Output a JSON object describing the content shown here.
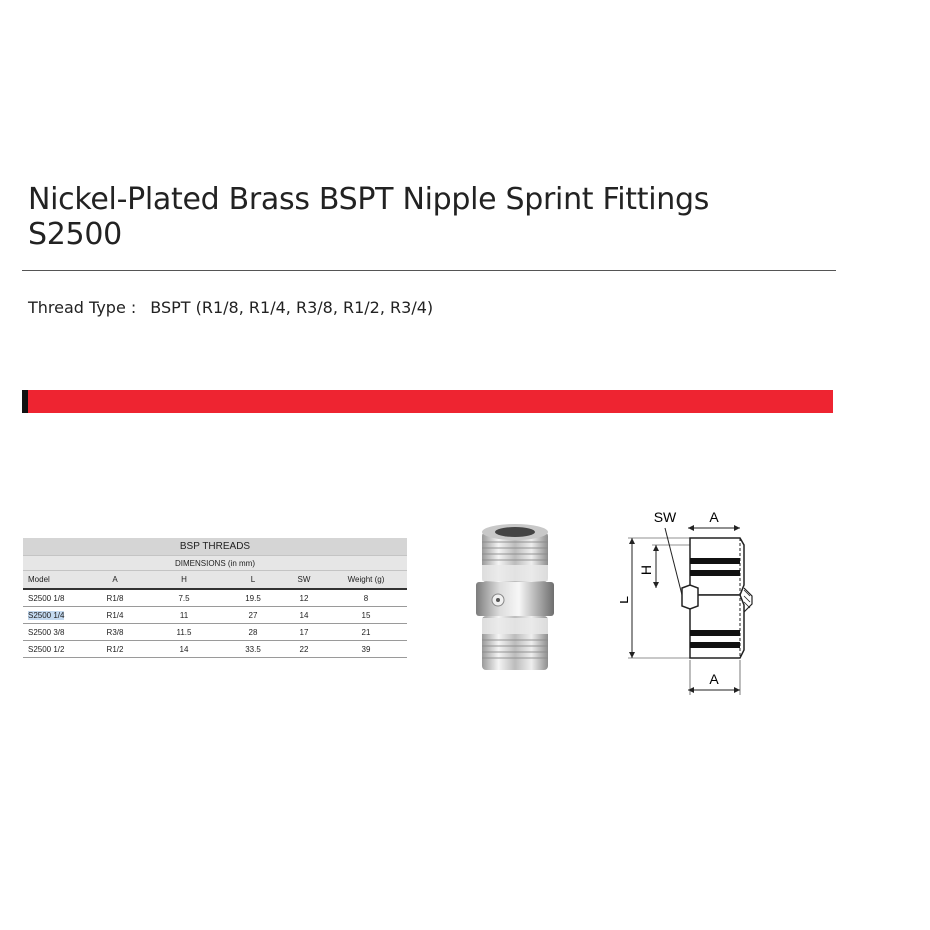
{
  "header": {
    "title_line1": "Nickel-Plated Brass BSPT Nipple Sprint Fittings",
    "title_line2": "S2500"
  },
  "thread_type": {
    "label": "Thread Type :",
    "value": "BSPT (R1/8, R1/4, R3/8, R1/2, R3/4)"
  },
  "colors": {
    "accent_bar": "#ee2431"
  },
  "table": {
    "title": "BSP THREADS",
    "subtitle": "DIMENSIONS (in mm)",
    "columns": [
      "Model",
      "A",
      "H",
      "L",
      "SW",
      "Weight (g)"
    ],
    "rows": [
      [
        "S2500 1/8",
        "R1/8",
        "7.5",
        "19.5",
        "12",
        "8"
      ],
      [
        "S2500 1/4",
        "R1/4",
        "11",
        "27",
        "14",
        "15"
      ],
      [
        "S2500 3/8",
        "R3/8",
        "11.5",
        "28",
        "17",
        "21"
      ],
      [
        "S2500 1/2",
        "R1/2",
        "14",
        "33.5",
        "22",
        "39"
      ]
    ]
  },
  "drawing": {
    "labels": {
      "sw": "SW",
      "a_top": "A",
      "h": "H",
      "l": "L",
      "a_bottom": "A"
    }
  }
}
